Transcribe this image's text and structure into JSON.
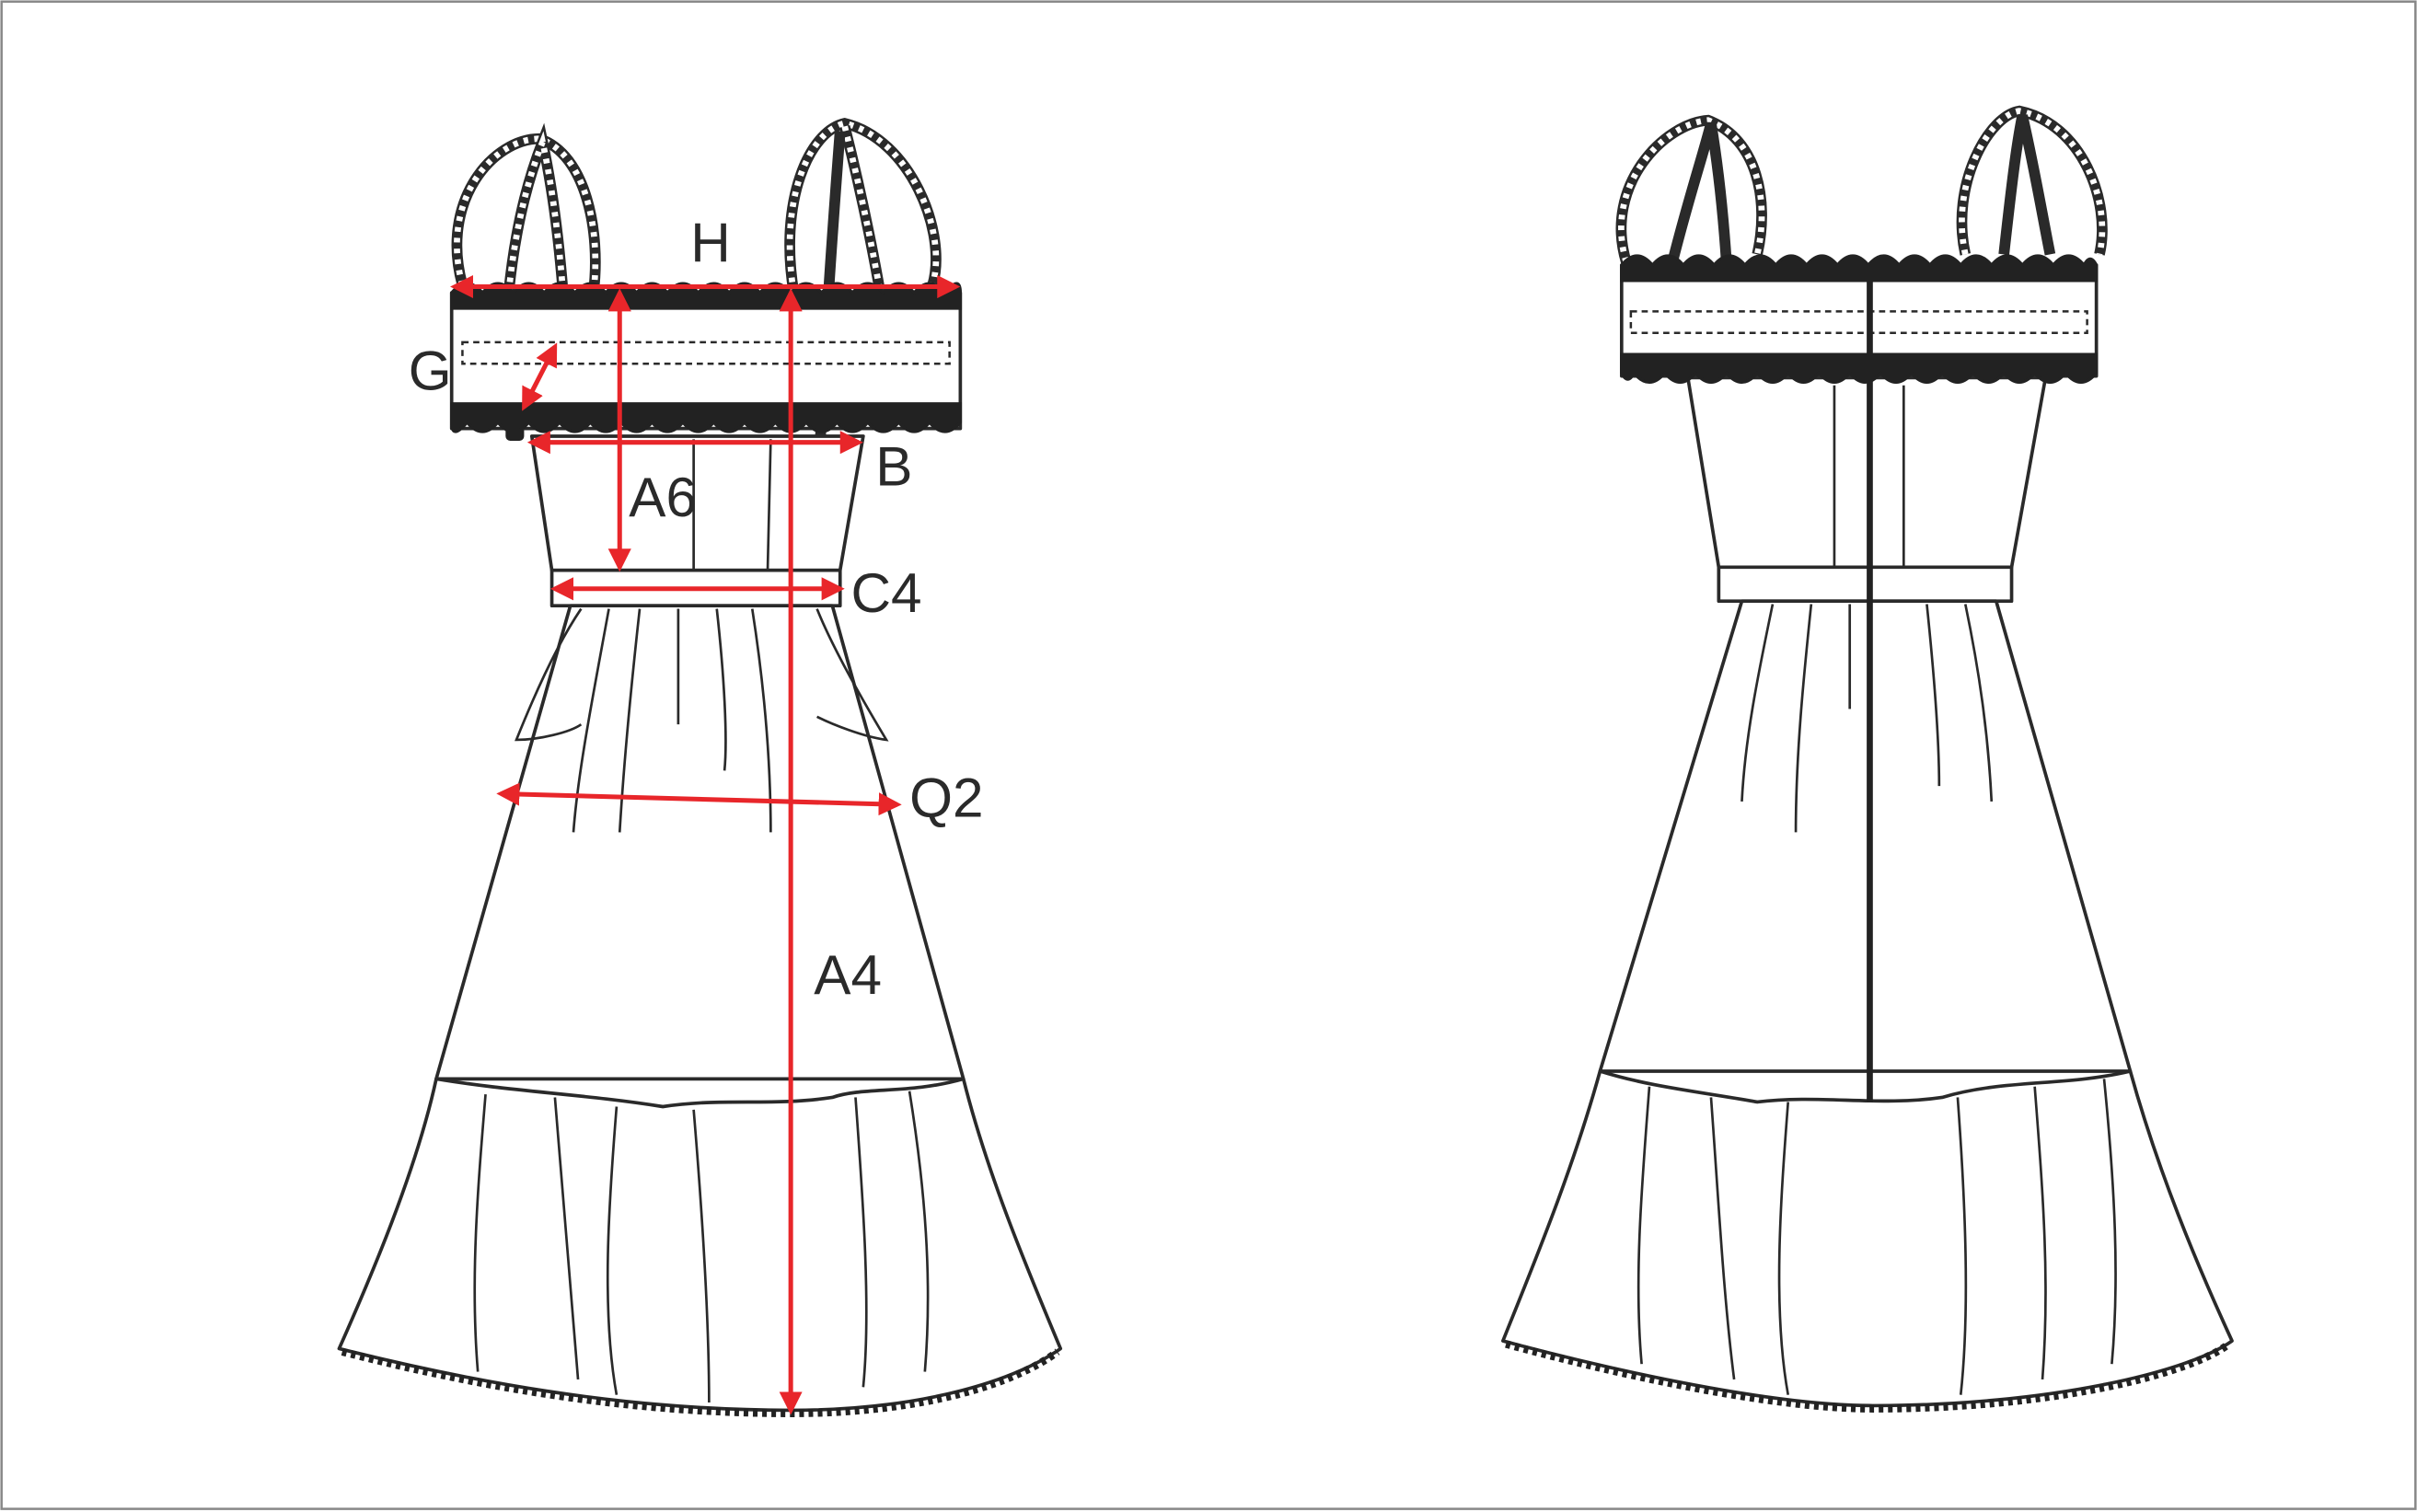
{
  "labels": {
    "H": "H",
    "G": "G",
    "B": "B",
    "A6": "A6",
    "C4": "C4",
    "Q2": "Q2",
    "A4": "A4"
  },
  "colors": {
    "measure": "#e8262a",
    "outline": "#2a2a2a",
    "frame": "#888888"
  }
}
